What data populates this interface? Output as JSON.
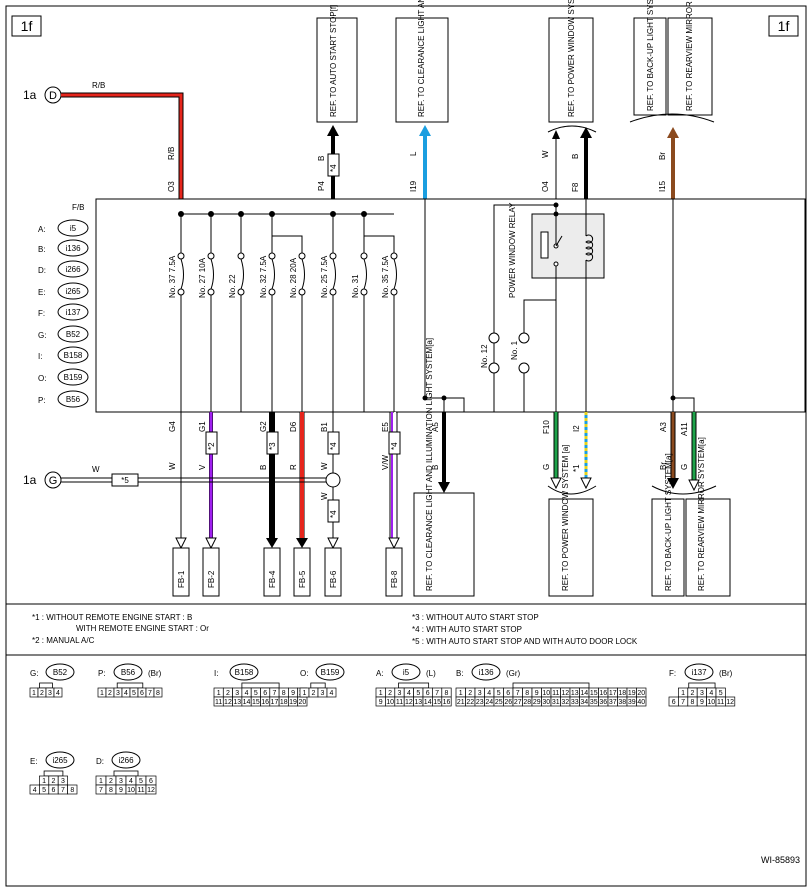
{
  "page": {
    "page_id": "1f",
    "figure_id": "WI-85893",
    "colors": {
      "red": "#e6251c",
      "black": "#000000",
      "blue": "#1a9ee0",
      "brown": "#8b4a1e",
      "purple": "#a020f0",
      "green": "#1ea34a",
      "yellow": "#e6d21a",
      "relay_fill": "#ececec"
    }
  },
  "connections": {
    "d": {
      "ref": "1a",
      "label": "D",
      "wire_top": "R/B",
      "wire_side": "R/B"
    },
    "g": {
      "ref": "1a",
      "label": "G",
      "wire": "W",
      "note": "*5"
    }
  },
  "box": {
    "name": "F/B"
  },
  "box_connectors": [
    {
      "code": "A:",
      "id": "i5"
    },
    {
      "code": "B:",
      "id": "i136"
    },
    {
      "code": "D:",
      "id": "i266"
    },
    {
      "code": "E:",
      "id": "i265"
    },
    {
      "code": "F:",
      "id": "i137"
    },
    {
      "code": "G:",
      "id": "B52"
    },
    {
      "code": "I:",
      "id": "B158"
    },
    {
      "code": "O:",
      "id": "B159"
    },
    {
      "code": "P:",
      "id": "B56"
    }
  ],
  "fuses": [
    "No. 37  7.5A",
    "No. 27  10A",
    "No. 22",
    "No. 32  7.5A",
    "No. 28  20A",
    "No. 25  7.5A",
    "No. 31",
    "No. 35  7.5A"
  ],
  "switches": [
    "No. 12",
    "No. 1"
  ],
  "relay": {
    "label": "POWER WINDOW RELAY"
  },
  "top_pins": {
    "o3": "O3",
    "p4": "P4",
    "i19": "I19",
    "o4": "O4",
    "f8": "F8",
    "i15": "I15"
  },
  "top_wires": {
    "b": "B",
    "l": "L",
    "w": "W",
    "b2": "B",
    "br": "Br",
    "star4": "*4"
  },
  "top_refs": {
    "auto_start": "REF. TO AUTO START STOP[f]",
    "clearance": "REF. TO CLEARANCE LIGHT AND ILLUMINATION LIGHT SYSTEM[a]",
    "power_window": "REF. TO POWER WINDOW SYSTEM [a]",
    "backup": "REF. TO BACK-UP LIGHT SYSTEM[a]",
    "mirror": "REF. TO REARVIEW MIRROR SYSTEM[a]"
  },
  "bottom_pins": {
    "g4": "G4",
    "g1": "G1",
    "g2": "G2",
    "d6": "D6",
    "b1": "B1",
    "e5": "E5",
    "a5": "A5",
    "f10": "F10",
    "i2": "I2",
    "a3": "A3",
    "a11": "A11"
  },
  "bottom_wires": {
    "w1": "W",
    "v": "V",
    "b": "B",
    "r": "R",
    "w2": "W",
    "w3": "W",
    "vw": "V/W",
    "b2": "B",
    "g": "G",
    "star1": "*1",
    "br": "Br",
    "g2": "G"
  },
  "bottom_stars": {
    "s2": "*2",
    "s3": "*3",
    "s4a": "*4",
    "s4b": "*4",
    "s4c": "*4"
  },
  "bottom_refs": {
    "clearance": "REF. TO CLEARANCE LIGHT AND ILLUMINATION LIGHT SYSTEM[a]",
    "power_window": "REF. TO POWER WINDOW SYSTEM [a]",
    "backup": "REF. TO BACK-UP LIGHT SYSTEM[a]",
    "mirror": "REF. TO REARVIEW MIRROR SYSTEM[a]"
  },
  "fb_labels": [
    "FB-1",
    "FB-2",
    "FB-4",
    "FB-5",
    "FB-6",
    "FB-8"
  ],
  "notes": {
    "n1": "*1  : WITHOUT REMOTE ENGINE START  : B",
    "n1b": "WITH REMOTE ENGINE START  : Or",
    "n2": "*2  : MANUAL A/C",
    "n3": "*3  : WITHOUT AUTO START STOP",
    "n4": "*4  : WITH AUTO START STOP",
    "n5": "*5  : WITH AUTO START STOP AND WITH AUTO DOOR LOCK"
  },
  "connector_views": [
    {
      "code": "G:",
      "id": "B52",
      "color": "",
      "rows": [
        [
          "1",
          "2",
          "3",
          "4"
        ]
      ]
    },
    {
      "code": "P:",
      "id": "B56",
      "color": "(Br)",
      "rows": [
        [
          "1",
          "2",
          "3",
          "4",
          "5",
          "6",
          "7",
          "8"
        ]
      ]
    },
    {
      "code": "I:",
      "id": "B158",
      "color": "",
      "rows": [
        [
          "1",
          "2",
          "3",
          "4",
          "5",
          "6",
          "7",
          "8",
          "9",
          "10"
        ],
        [
          "11",
          "12",
          "13",
          "14",
          "15",
          "16",
          "17",
          "18",
          "19",
          "20"
        ]
      ]
    },
    {
      "code": "O:",
      "id": "B159",
      "color": "",
      "rows": [
        [
          "1",
          "2",
          "3",
          "4"
        ]
      ]
    },
    {
      "code": "A:",
      "id": "i5",
      "color": "(L)",
      "rows": [
        [
          "1",
          "2",
          "3",
          "4",
          "5",
          "6",
          "7",
          "8"
        ],
        [
          "9",
          "10",
          "11",
          "12",
          "13",
          "14",
          "15",
          "16"
        ]
      ]
    },
    {
      "code": "B:",
      "id": "i136",
      "color": "(Gr)",
      "rows": [
        [
          "1",
          "2",
          "3",
          "4",
          "5",
          "6",
          "7",
          "8",
          "9",
          "10",
          "11",
          "12",
          "13",
          "14",
          "15",
          "16",
          "17",
          "18",
          "19",
          "20"
        ],
        [
          "21",
          "22",
          "23",
          "24",
          "25",
          "26",
          "27",
          "28",
          "29",
          "30",
          "31",
          "32",
          "33",
          "34",
          "35",
          "36",
          "37",
          "38",
          "39",
          "40"
        ]
      ]
    },
    {
      "code": "F:",
      "id": "i137",
      "color": "(Br)",
      "rows": [
        [
          "1",
          "2",
          "3",
          "4",
          "5"
        ],
        [
          "6",
          "7",
          "8",
          "9",
          "10",
          "11",
          "12"
        ]
      ]
    },
    {
      "code": "E:",
      "id": "i265",
      "color": "",
      "rows": [
        [
          "1",
          "2",
          "3"
        ],
        [
          "4",
          "5",
          "6",
          "7",
          "8"
        ]
      ]
    },
    {
      "code": "D:",
      "id": "i266",
      "color": "",
      "rows": [
        [
          "1",
          "2",
          "3",
          "4",
          "5",
          "6"
        ],
        [
          "7",
          "8",
          "9",
          "10",
          "11",
          "12"
        ]
      ]
    }
  ]
}
